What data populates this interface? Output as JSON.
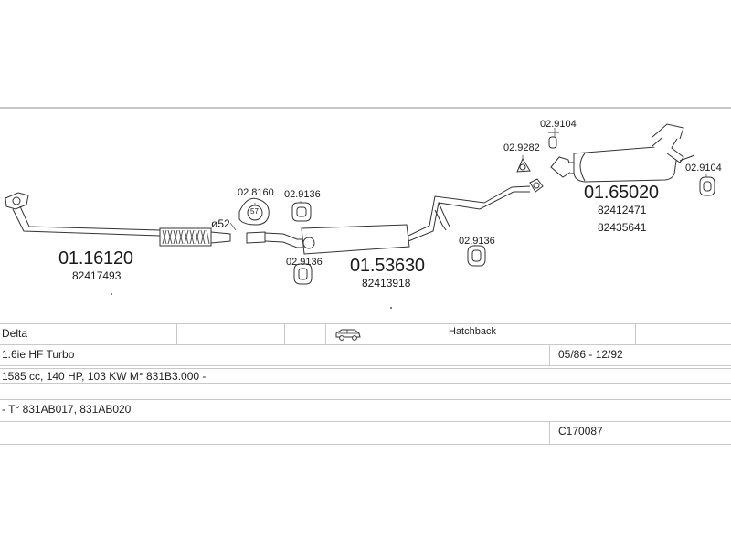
{
  "diagram": {
    "parts": {
      "front_pipe": {
        "number": "01.16120",
        "oe": "82417493"
      },
      "centre_silencer": {
        "number": "01.53630",
        "oe": "82413918"
      },
      "rear_silencer": {
        "number": "01.65020",
        "oe": [
          "82412471",
          "82435641"
        ]
      }
    },
    "small_parts": {
      "gasket_1": "02.8160",
      "gasket_1_badge": "57",
      "clamp_top": "02.9136",
      "clamp_bottom": "02.9136",
      "clamp_mid": "02.9136",
      "flange": "02.9282",
      "hanger_top": "02.9104",
      "hanger_right": "02.9104"
    },
    "diameter_label": "ø52"
  },
  "table": {
    "row1": {
      "model": "Delta",
      "body": "Hatchback",
      "body_icon": "car-hatchback-icon"
    },
    "row2": {
      "engine": "1.6ie HF Turbo",
      "period": "05/86 - 12/92"
    },
    "row3": {
      "spec": "1585 cc, 140 HP, 103 KW M° 831B3.000 -"
    },
    "row4": {
      "types": "- T° 831AB017, 831AB020"
    },
    "row5": {
      "code": "C170087"
    }
  }
}
